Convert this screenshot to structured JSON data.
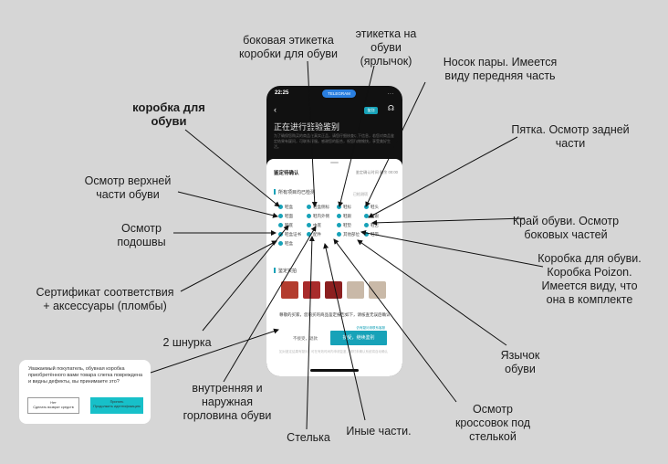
{
  "annotations": {
    "box_side_label": "боковая этикетка коробки для обуви",
    "shoe_tag": "этикетка на обуви (ярлычок)",
    "toe": "Носок пары. Имеется виду передняя часть",
    "shoe_box": "коробка для обуви",
    "heel": "Пятка. Осмотр задней части",
    "upper": "Осмотр верхней части обуви",
    "edge": "Край обуви. Осмотр боковых частей",
    "sole": "Осмотр подошвы",
    "poizon_box": "Коробка для обуви. Коробка  Poizon. Имеется виду, что она в комплекте",
    "certificate": "Сертификат соответствия + аксессуары (пломбы)",
    "laces": "2 шнурка",
    "tongue": "Язычок обуви",
    "collar": "внутренняя и наружная горловина обуви",
    "insole_check": "Осмотр кроссовок под стелькой",
    "insole": "Стелька",
    "other_parts": "Иные части."
  },
  "phone": {
    "time": "22:25",
    "telegram_pill": "TELEGRAM",
    "signal": "...",
    "back_icon": "‹",
    "badge": "鉴别",
    "headphone_icon": "☊",
    "title": "正在进行鉴验鉴别",
    "description": "为了确保您购买的商品在真实正品，请您仔细核查以下信息，若您对商品鉴定结果有疑问，可联系客服。感谢您的配合，祝您购物愉快，享受美好生活。",
    "sheet": {
      "title": "鉴定待确认",
      "info": "鉴定确认时间 剩余 00:00",
      "checked_title": "所有项目均已检测",
      "small_tag": "已检测项",
      "items": [
        [
          "鞋盒",
          "鞋盒侧标",
          "鞋标",
          "鞋头"
        ],
        [
          "鞋面",
          "鞋内外侧",
          "鞋跟",
          "后跟"
        ],
        [
          "鞋底",
          "中底",
          "鞋垫",
          "鞋舌"
        ],
        [
          "鞋盒证书",
          "配件",
          "其他部位",
          "鞋带"
        ],
        [
          "鞋盒"
        ]
      ],
      "photos_title": "鉴定实拍",
      "photo_colors": [
        "#b33c2e",
        "#a82b2b",
        "#8c1f1f",
        "#c9b9a8"
      ],
      "warning": "尊敬的买家，您购买的商品鉴定报告如下，请核查无误后确认",
      "cancel_button": "不接受，退款",
      "confirm_button": "接受，继续鉴别",
      "confirm_mini": "仍有疑问请联系客服",
      "footer": "如对鉴定结果有疑问，可在有效时间内申请复鉴，超时未确认系统将自动确认"
    }
  },
  "dialog": {
    "text": "Уважаемый покупатель, обувная коробка приобретённого вами товара слегка повреждена и видны дефекты, вы принимаете это?",
    "reject_button": "Нет\nСделать возврат средств",
    "accept_button": "Принять\nПродолжить идентификацию"
  },
  "colors": {
    "background": "#d6d6d6",
    "accent": "#17a2b8",
    "phone_body": "#111111"
  }
}
